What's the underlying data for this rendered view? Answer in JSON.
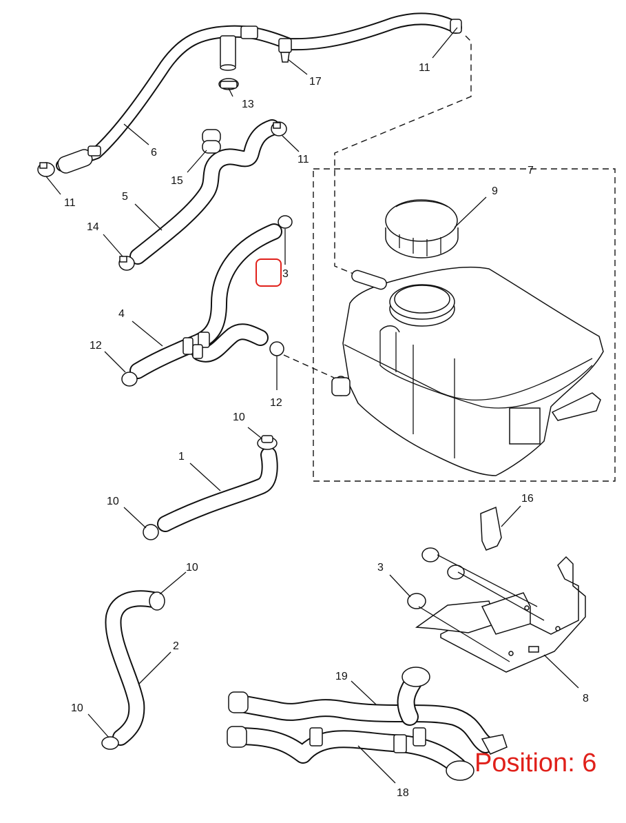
{
  "callouts": {
    "c11a": "11",
    "c17": "17",
    "c13a": "13",
    "c6": "6",
    "c11b": "11",
    "c15": "15",
    "c11c": "11",
    "c5": "5",
    "c14": "14",
    "c7": "7",
    "c9": "9",
    "c13b": "3",
    "c4": "4",
    "c12a": "12",
    "c12b": "12",
    "c10a": "10",
    "c1": "1",
    "c10b": "10",
    "c16": "16",
    "c10c": "10",
    "c3": "3",
    "c2": "2",
    "c10d": "10",
    "c19": "19",
    "c8": "8",
    "c18": "18"
  },
  "position_label": "Position: 6",
  "highlight_color": "#e0201a"
}
